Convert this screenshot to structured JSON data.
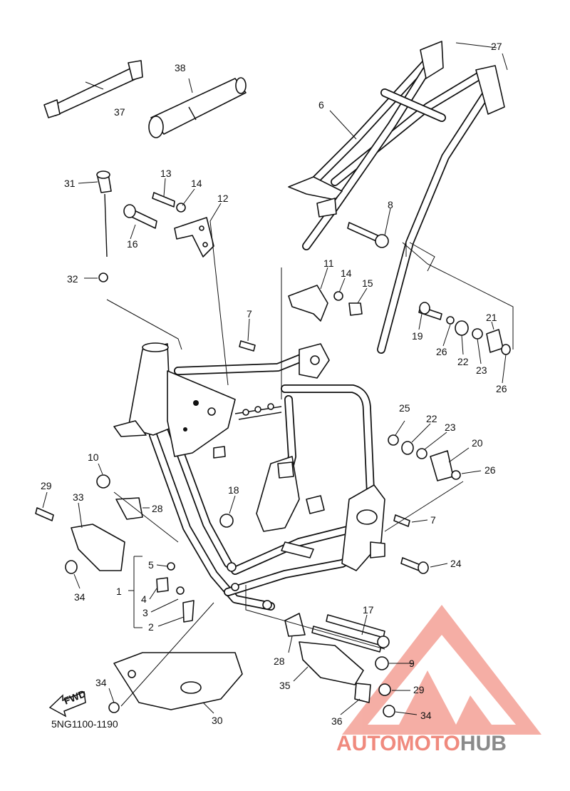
{
  "diagram": {
    "part_code": "5NG1100-1190",
    "fwd_label": "FWD",
    "callouts": [
      "1",
      "2",
      "3",
      "4",
      "5",
      "6",
      "7",
      "7",
      "8",
      "9",
      "10",
      "11",
      "12",
      "13",
      "14",
      "14",
      "15",
      "16",
      "17",
      "18",
      "19",
      "20",
      "21",
      "22",
      "22",
      "23",
      "23",
      "24",
      "25",
      "26",
      "26",
      "26",
      "27",
      "28",
      "28",
      "29",
      "29",
      "30",
      "31",
      "32",
      "33",
      "34",
      "34",
      "34",
      "35",
      "36",
      "37",
      "38"
    ]
  },
  "watermark": {
    "brand_part_1": "AUTOMOTO",
    "brand_part_2": "HUB",
    "color_1": "#f08a7e",
    "color_2": "#8a8a8a"
  }
}
